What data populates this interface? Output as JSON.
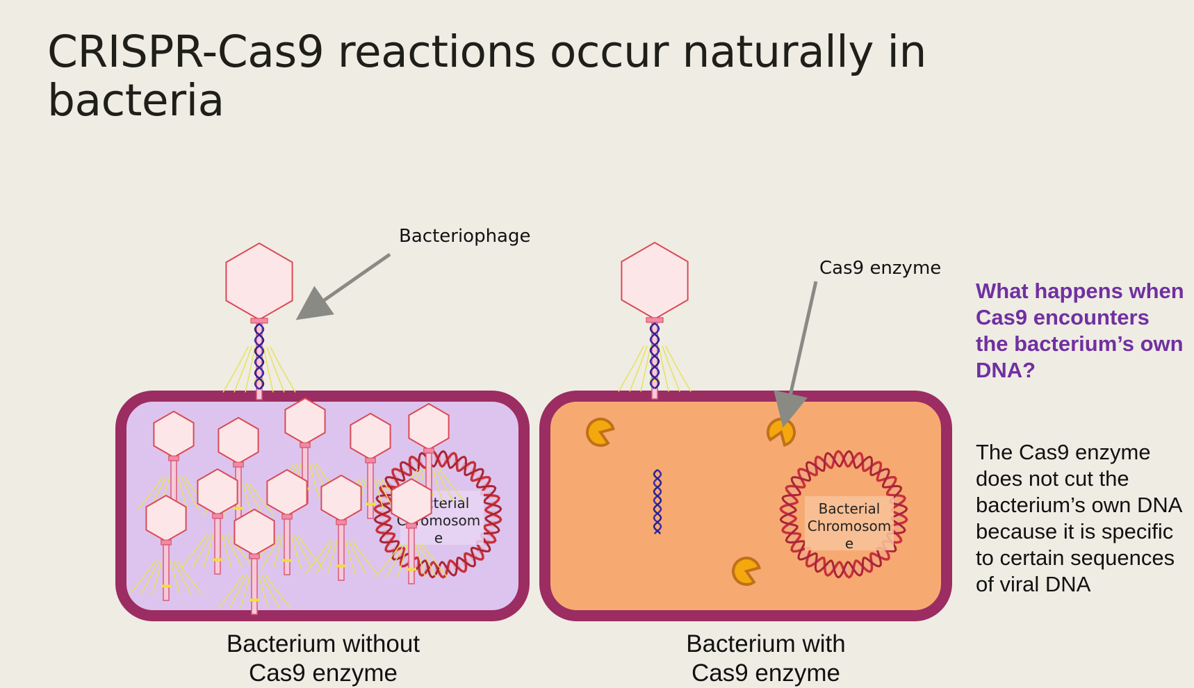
{
  "title": "CRISPR-Cas9 reactions occur naturally in bacteria",
  "labels": {
    "bacteriophage": "Bacteriophage",
    "cas9_enzyme": "Cas9 enzyme",
    "chromosome_line1": "Bacterial",
    "chromosome_line2": "Chromosom",
    "chromosome_line3": "e"
  },
  "captions": {
    "left": "Bacterium without Cas9 enzyme",
    "right": "Bacterium with Cas9 enzyme"
  },
  "question": "What happens when Cas9 encounters the bacterium’s own DNA?",
  "answer": "The Cas9 enzyme does not cut the bacterium’s own DNA because it is specific to certain sequences of viral DNA",
  "colors": {
    "background": "#efece4",
    "cell_wall": "#9b2d62",
    "cell_left_fill": "#ddc4ee",
    "cell_right_fill": "#f6aa72",
    "phage_head_fill": "#fde6e8",
    "phage_outline": "#d94a55",
    "cas9": "#f4a80e",
    "dna_red": "#c8303a",
    "dna_blue": "#3a2aa8",
    "question_text": "#7030a0"
  }
}
